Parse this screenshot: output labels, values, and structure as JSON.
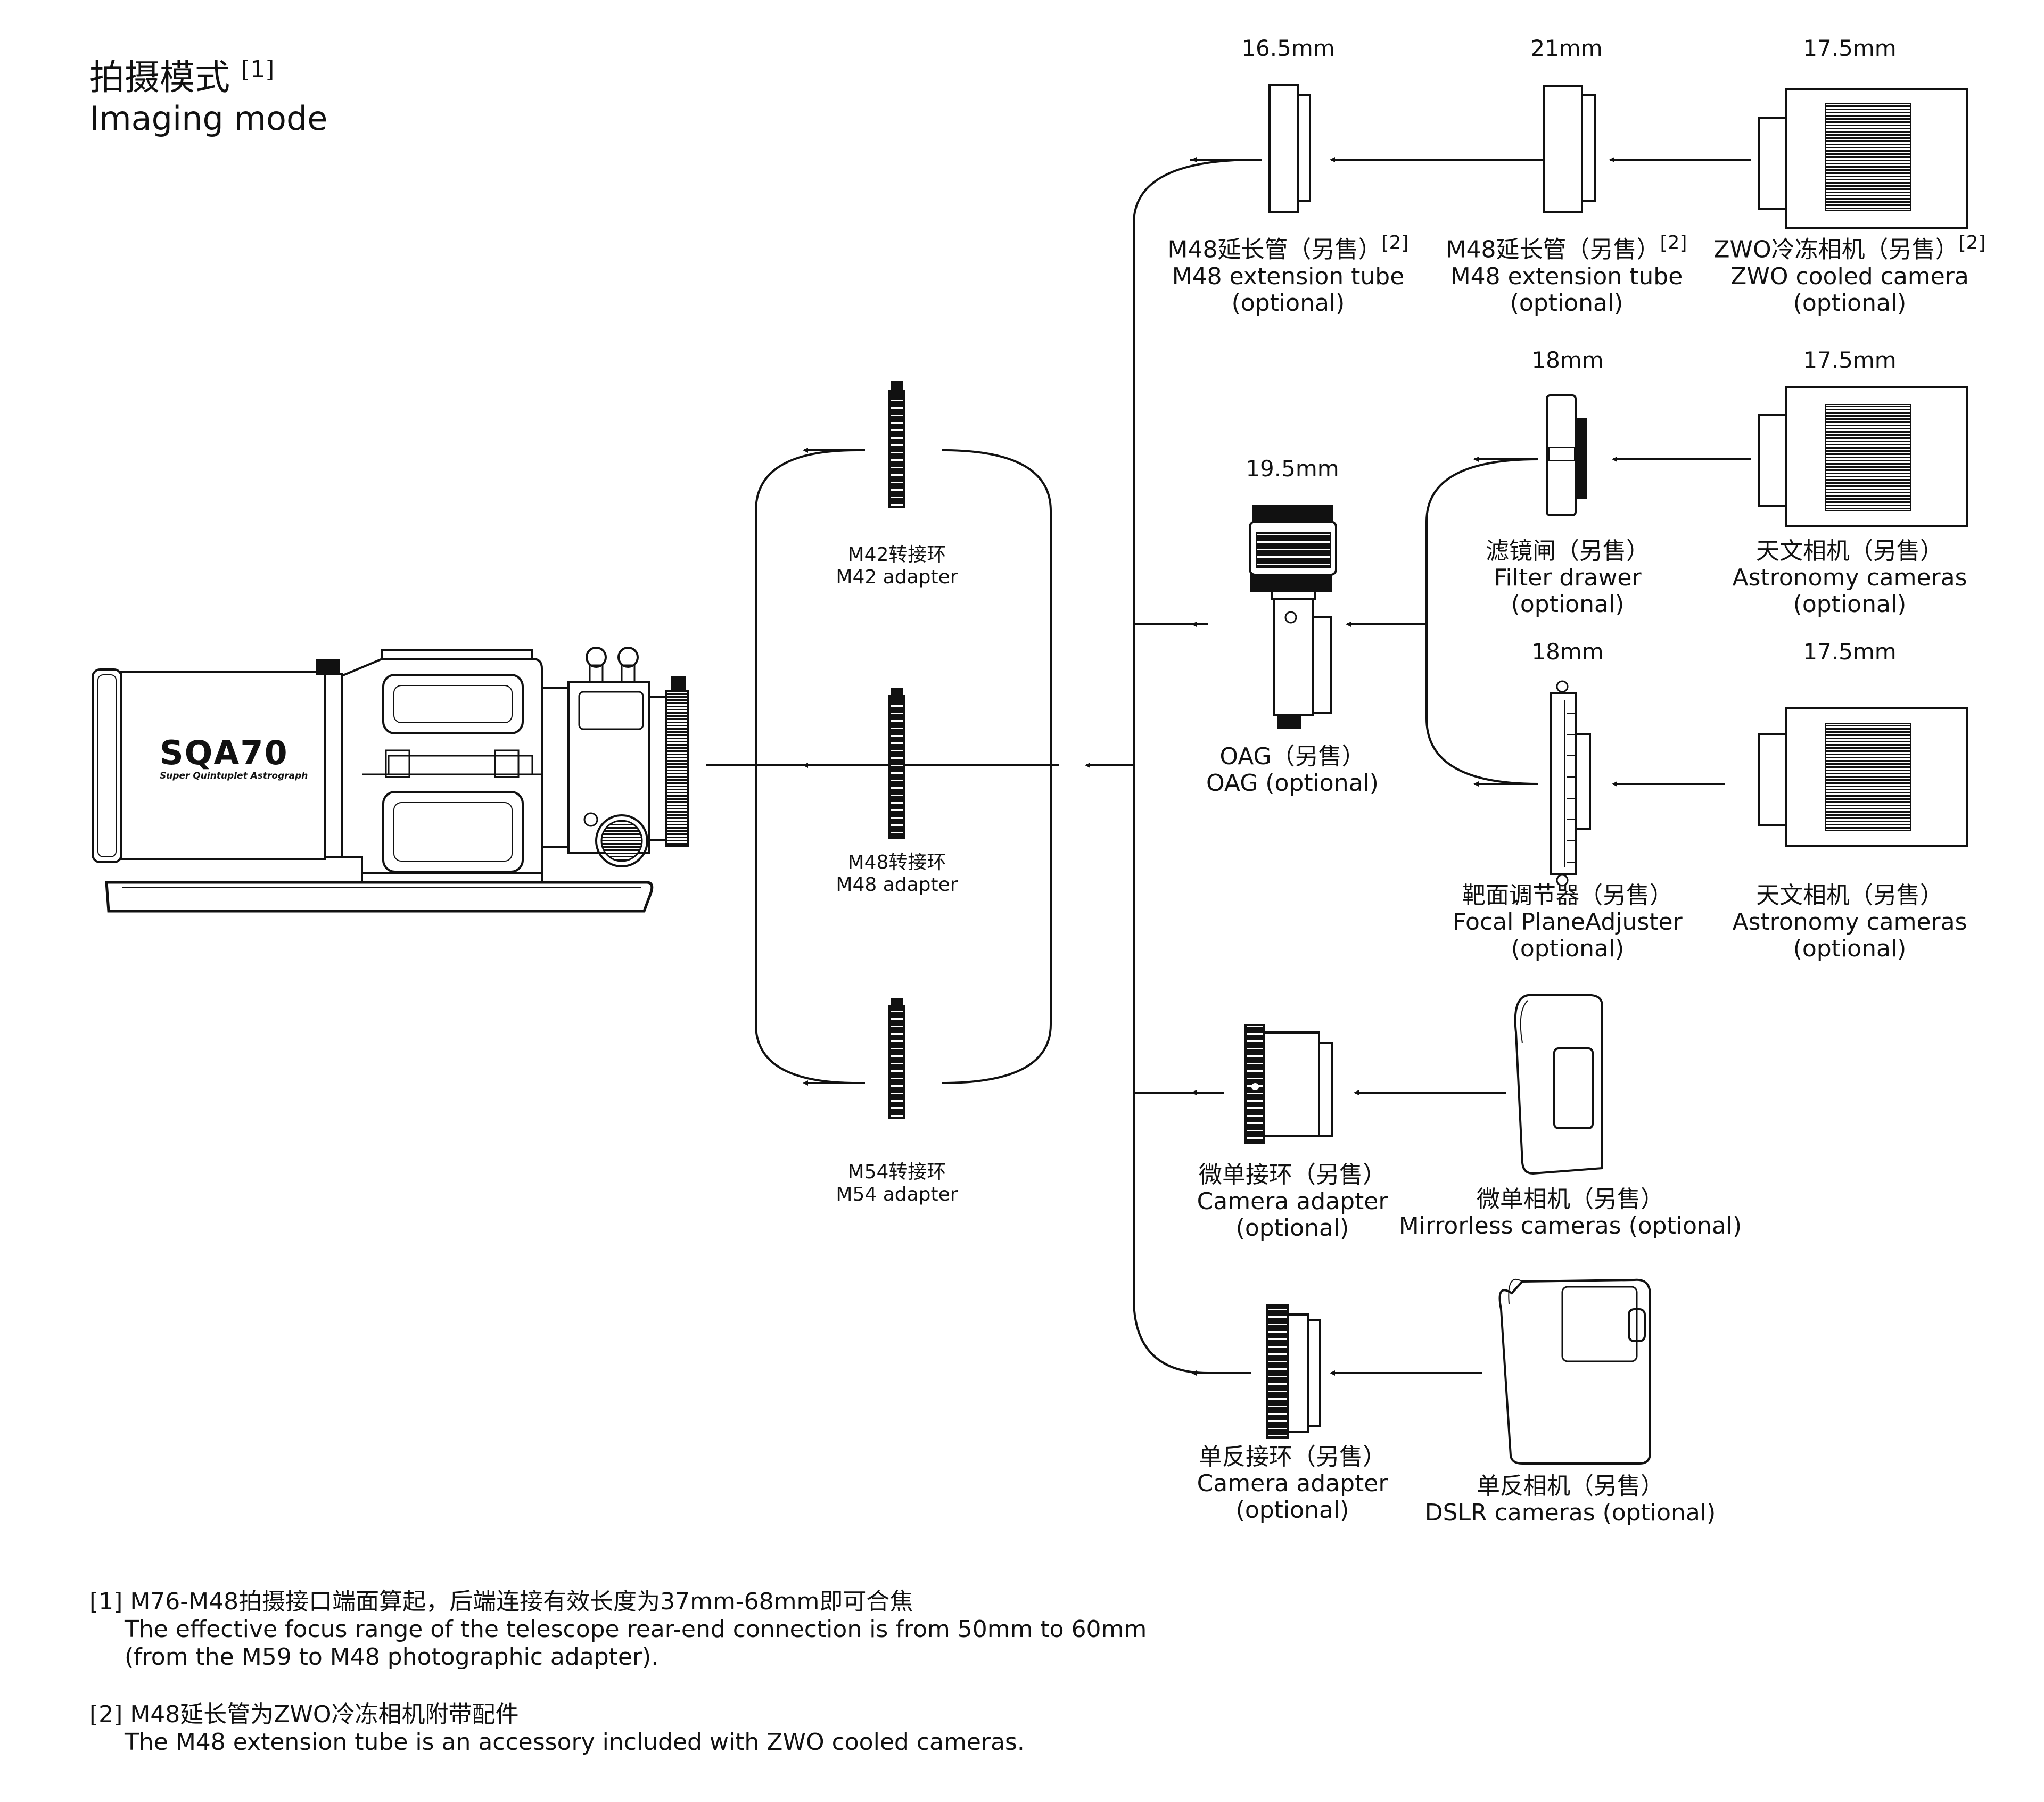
{
  "header": {
    "title_cn": "拍摄模式",
    "title_ref": "[1]",
    "title_en": "Imaging mode"
  },
  "telescope": {
    "brand": "SQA70",
    "tagline": "Super Quintuplet Astrograph"
  },
  "adapters": [
    {
      "cn": "M42转接环",
      "en": "M42 adapter"
    },
    {
      "cn": "M48转接环",
      "en": "M48 adapter"
    },
    {
      "cn": "M54转接环",
      "en": "M54 adapter"
    }
  ],
  "chain_top": {
    "items": [
      {
        "cn": "M48延长管（另售）",
        "ref": "[2]",
        "en": "M48 extension tube",
        "opt": "(optional)",
        "dim": "16.5mm"
      },
      {
        "cn": "M48延长管（另售）",
        "ref": "[2]",
        "en": "M48 extension tube",
        "opt": "(optional)",
        "dim": "21mm"
      },
      {
        "cn": "ZWO冷冻相机（另售）",
        "ref": "[2]",
        "en": "ZWO cooled camera",
        "opt": "(optional)",
        "dim": "17.5mm"
      }
    ]
  },
  "oag": {
    "cn": "OAG（另售）",
    "en": "OAG (optional)",
    "dim": "19.5mm"
  },
  "chain_filter": [
    {
      "cn": "滤镜闸（另售）",
      "en": "Filter drawer",
      "opt": "(optional)",
      "dim": "18mm"
    },
    {
      "cn": "天文相机（另售）",
      "en": "Astronomy cameras",
      "opt": "(optional)",
      "dim": "17.5mm"
    }
  ],
  "chain_focal": [
    {
      "cn": "靶面调节器（另售）",
      "en": "Focal PlaneAdjuster",
      "opt": "(optional)",
      "dim": "18mm"
    },
    {
      "cn": "天文相机（另售）",
      "en": "Astronomy cameras",
      "opt": "(optional)",
      "dim": "17.5mm"
    }
  ],
  "chain_mirrorless": [
    {
      "cn": "微单接环（另售）",
      "en": "Camera adapter",
      "opt": "(optional)"
    },
    {
      "cn": "微单相机（另售）",
      "en": "Mirrorless cameras (optional)"
    }
  ],
  "chain_dslr": [
    {
      "cn": "单反接环（另售）",
      "en": "Camera adapter",
      "opt": "(optional)"
    },
    {
      "cn": "单反相机（另售）",
      "en": "DSLR cameras  (optional)"
    }
  ],
  "notes": [
    {
      "line1": "[1] M76-M48拍摄接口端面算起，后端连接有效长度为37mm-68mm即可合焦",
      "line2": "The effective focus range of the telescope rear-end connection is from 50mm to 60mm",
      "line3": "(from the M59 to M48 photographic adapter)."
    },
    {
      "line1": "[2] M48延长管为ZWO冷冻相机附带配件",
      "line2": "The M48 extension tube is an accessory included with ZWO cooled cameras."
    }
  ]
}
